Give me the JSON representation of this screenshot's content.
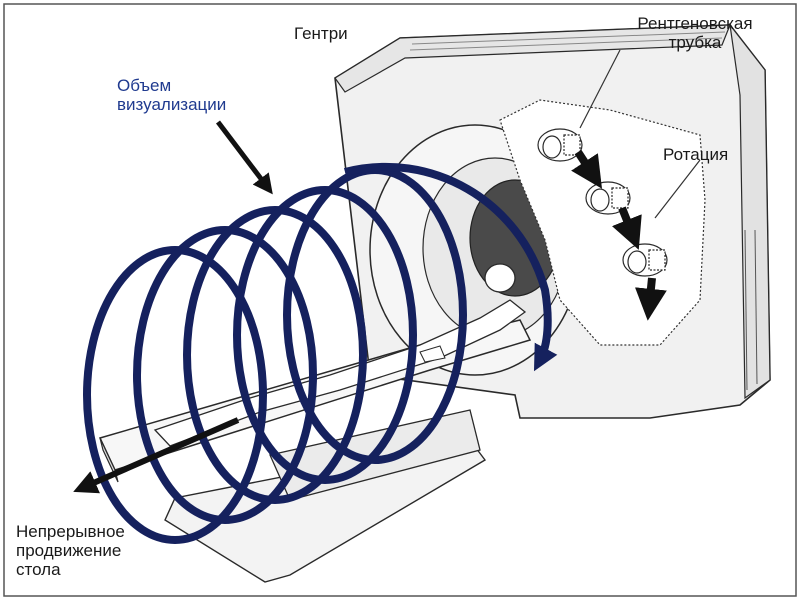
{
  "labels": {
    "gantry": "Гентри",
    "tube_line1": "Рентгеновская",
    "tube_line2": "трубка",
    "fov_line1": "Объем",
    "fov_line2": "визуализации",
    "rotation": "Ротация",
    "table_line1": "Непрерывное",
    "table_line2": "продвижение",
    "table_line3": "стола"
  },
  "colors": {
    "spiral": "#15215e",
    "accent_text": "#1f3a8f",
    "line": "#2a2a2a",
    "gantry_fill": "#f1f1f1",
    "bore_fill": "#4a4a4a"
  },
  "icons": {
    "tube": "x-ray-tube-icon",
    "arrow": "arrow-icon"
  }
}
